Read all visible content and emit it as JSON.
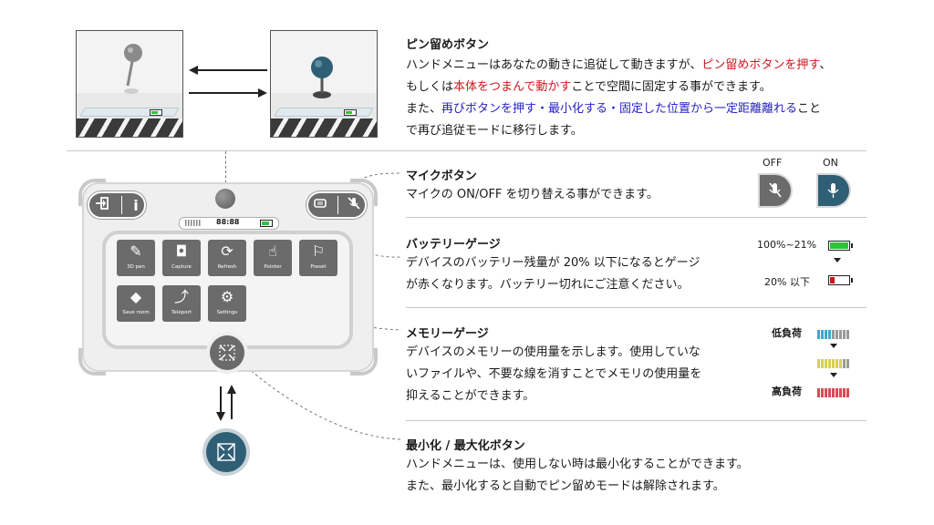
{
  "pin_section": {
    "title": "ピン留めボタン",
    "line1_a": "ハンドメニューはあなたの動きに追従して動きますが、",
    "line1_red": "ピン留めボタンを押す",
    "line1_b": "、",
    "line2_a": "もしくは",
    "line2_red": "本体をつまんで動かす",
    "line2_b": "ことで空間に固定する事ができます。",
    "line3_a": "また、",
    "line3_blue": "再びボタンを押す・最小化する・固定した位置から一定距離離れる",
    "line3_b": "こと",
    "line4": "で再び追従モードに移行します。"
  },
  "mic_section": {
    "title": "マイクボタン",
    "body": "マイクの ON/OFF を切り替える事ができます。",
    "off_label": "OFF",
    "on_label": "ON"
  },
  "battery_section": {
    "title": "バッテリーゲージ",
    "line1": "デバイスのバッテリー残量が 20% 以下になるとゲージ",
    "line2": "が赤くなります。バッテリー切れにご注意ください。",
    "high_label": "100%~21%",
    "low_label": "20% 以下"
  },
  "memory_section": {
    "title": "メモリーゲージ",
    "line1": "デバイスのメモリーの使用量を示します。使用していな",
    "line2": "いファイルや、不要な線を消すことでメモリの使用量を",
    "line3": "抑えることができます。",
    "low_load": "低負荷",
    "high_load": "高負荷"
  },
  "minimize_section": {
    "title": "最小化 / 最大化ボタン",
    "line1": "ハンドメニューは、使用しない時は最小化することができます。",
    "line2": "また、最小化すると自動でピン留めモードは解除されます。"
  },
  "menu": {
    "clock": "88:88",
    "info_glyph": "i",
    "tiles": [
      {
        "label": "3D pen",
        "icon": "pen-icon"
      },
      {
        "label": "Capture",
        "icon": "camera-icon"
      },
      {
        "label": "Refresh",
        "icon": "refresh-icon"
      },
      {
        "label": "Pointer",
        "icon": "pointer-icon"
      },
      {
        "label": "Preset",
        "icon": "preset-icon"
      },
      {
        "label": "Save room",
        "icon": "save-room-icon"
      },
      {
        "label": "Teleport",
        "icon": "teleport-icon"
      },
      {
        "label": "Settings",
        "icon": "gear-icon"
      }
    ]
  },
  "colors": {
    "accent_teal": "#2f5f75",
    "battery_green": "#2fc33a",
    "battery_red": "#d0141c",
    "text_red": "#d0141c",
    "text_blue": "#2622c4",
    "memory_low": "#3fa7d0",
    "memory_mid": "#d8cf57",
    "memory_high": "#d84a55"
  }
}
